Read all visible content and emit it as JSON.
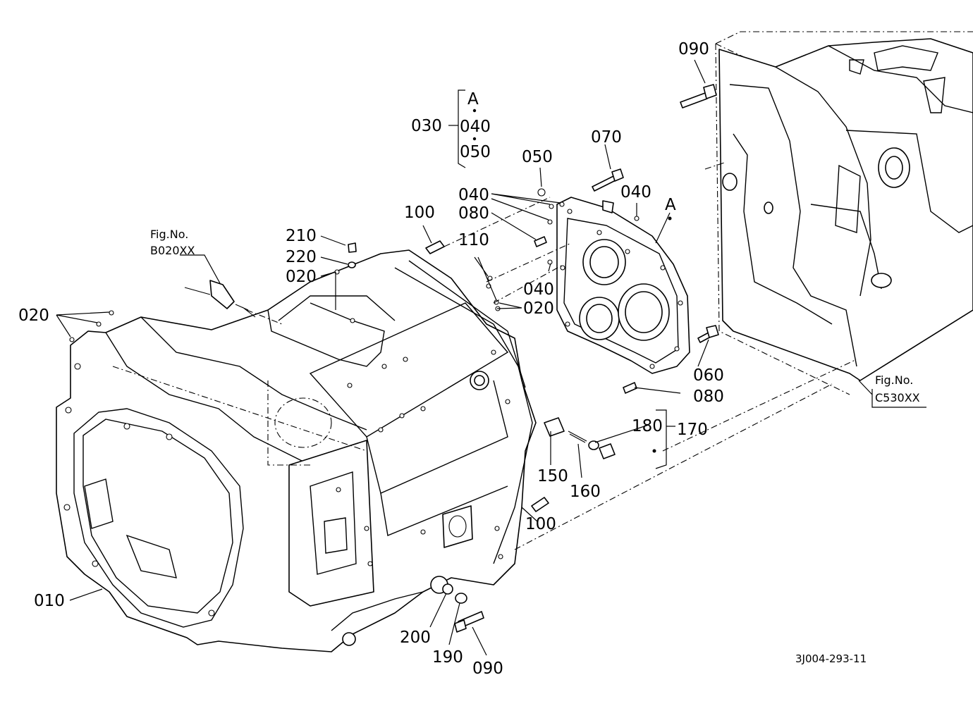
{
  "callouts": {
    "c030": "030",
    "cA_top": "A",
    "c040_group": "040",
    "c050_group": "050",
    "c050": "050",
    "c070": "070",
    "c040_a": "040",
    "c040_b": "040",
    "c040_c": "040",
    "cA_cover": "A",
    "c080_a": "080",
    "c080_b": "080",
    "c100_a": "100",
    "c100_b": "100",
    "c110": "110",
    "c210": "210",
    "c220": "220",
    "c020_a": "020",
    "c020_b": "020",
    "c020_c": "020",
    "c090_a": "090",
    "c090_b": "090",
    "c060": "060",
    "c180": "180",
    "c170": "170",
    "c150": "150",
    "c160": "160",
    "c010": "010",
    "c200": "200",
    "c190": "190"
  },
  "figure_refs": {
    "left_fig_label": "Fig.No.",
    "left_fig_code": "B020XX",
    "right_fig_label": "Fig.No.",
    "right_fig_code": "C530XX"
  },
  "drawing_code": "3J004-293-11"
}
